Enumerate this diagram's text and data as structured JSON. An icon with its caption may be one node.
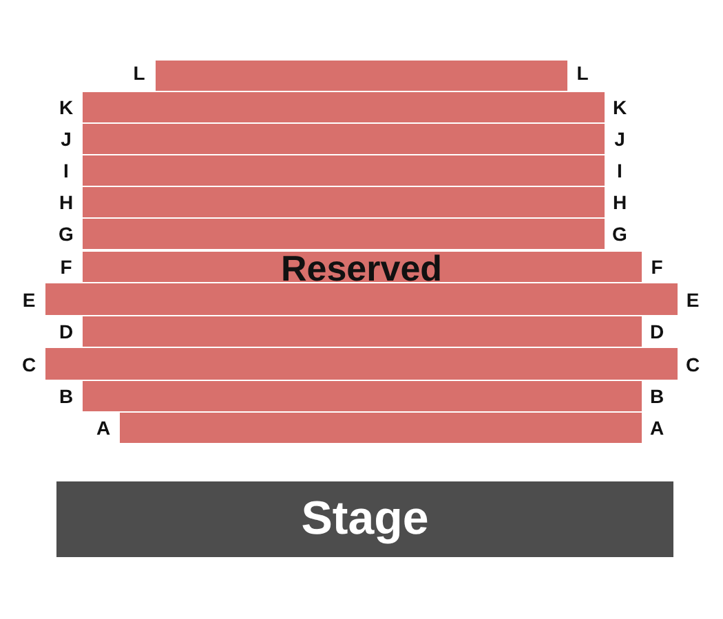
{
  "diagram": {
    "nodes": [
      {
        "text": [
          "Reserved"
        ]
      },
      {
        "text": [
          "Stage"
        ]
      }
    ],
    "labels": [
      "L",
      "L",
      "K",
      "K",
      "J",
      "J",
      "I",
      "I",
      "H",
      "H",
      "G",
      "G",
      "F",
      "F",
      "E",
      "E",
      "D",
      "D",
      "C",
      "C",
      "B",
      "B",
      "A",
      "A"
    ]
  }
}
